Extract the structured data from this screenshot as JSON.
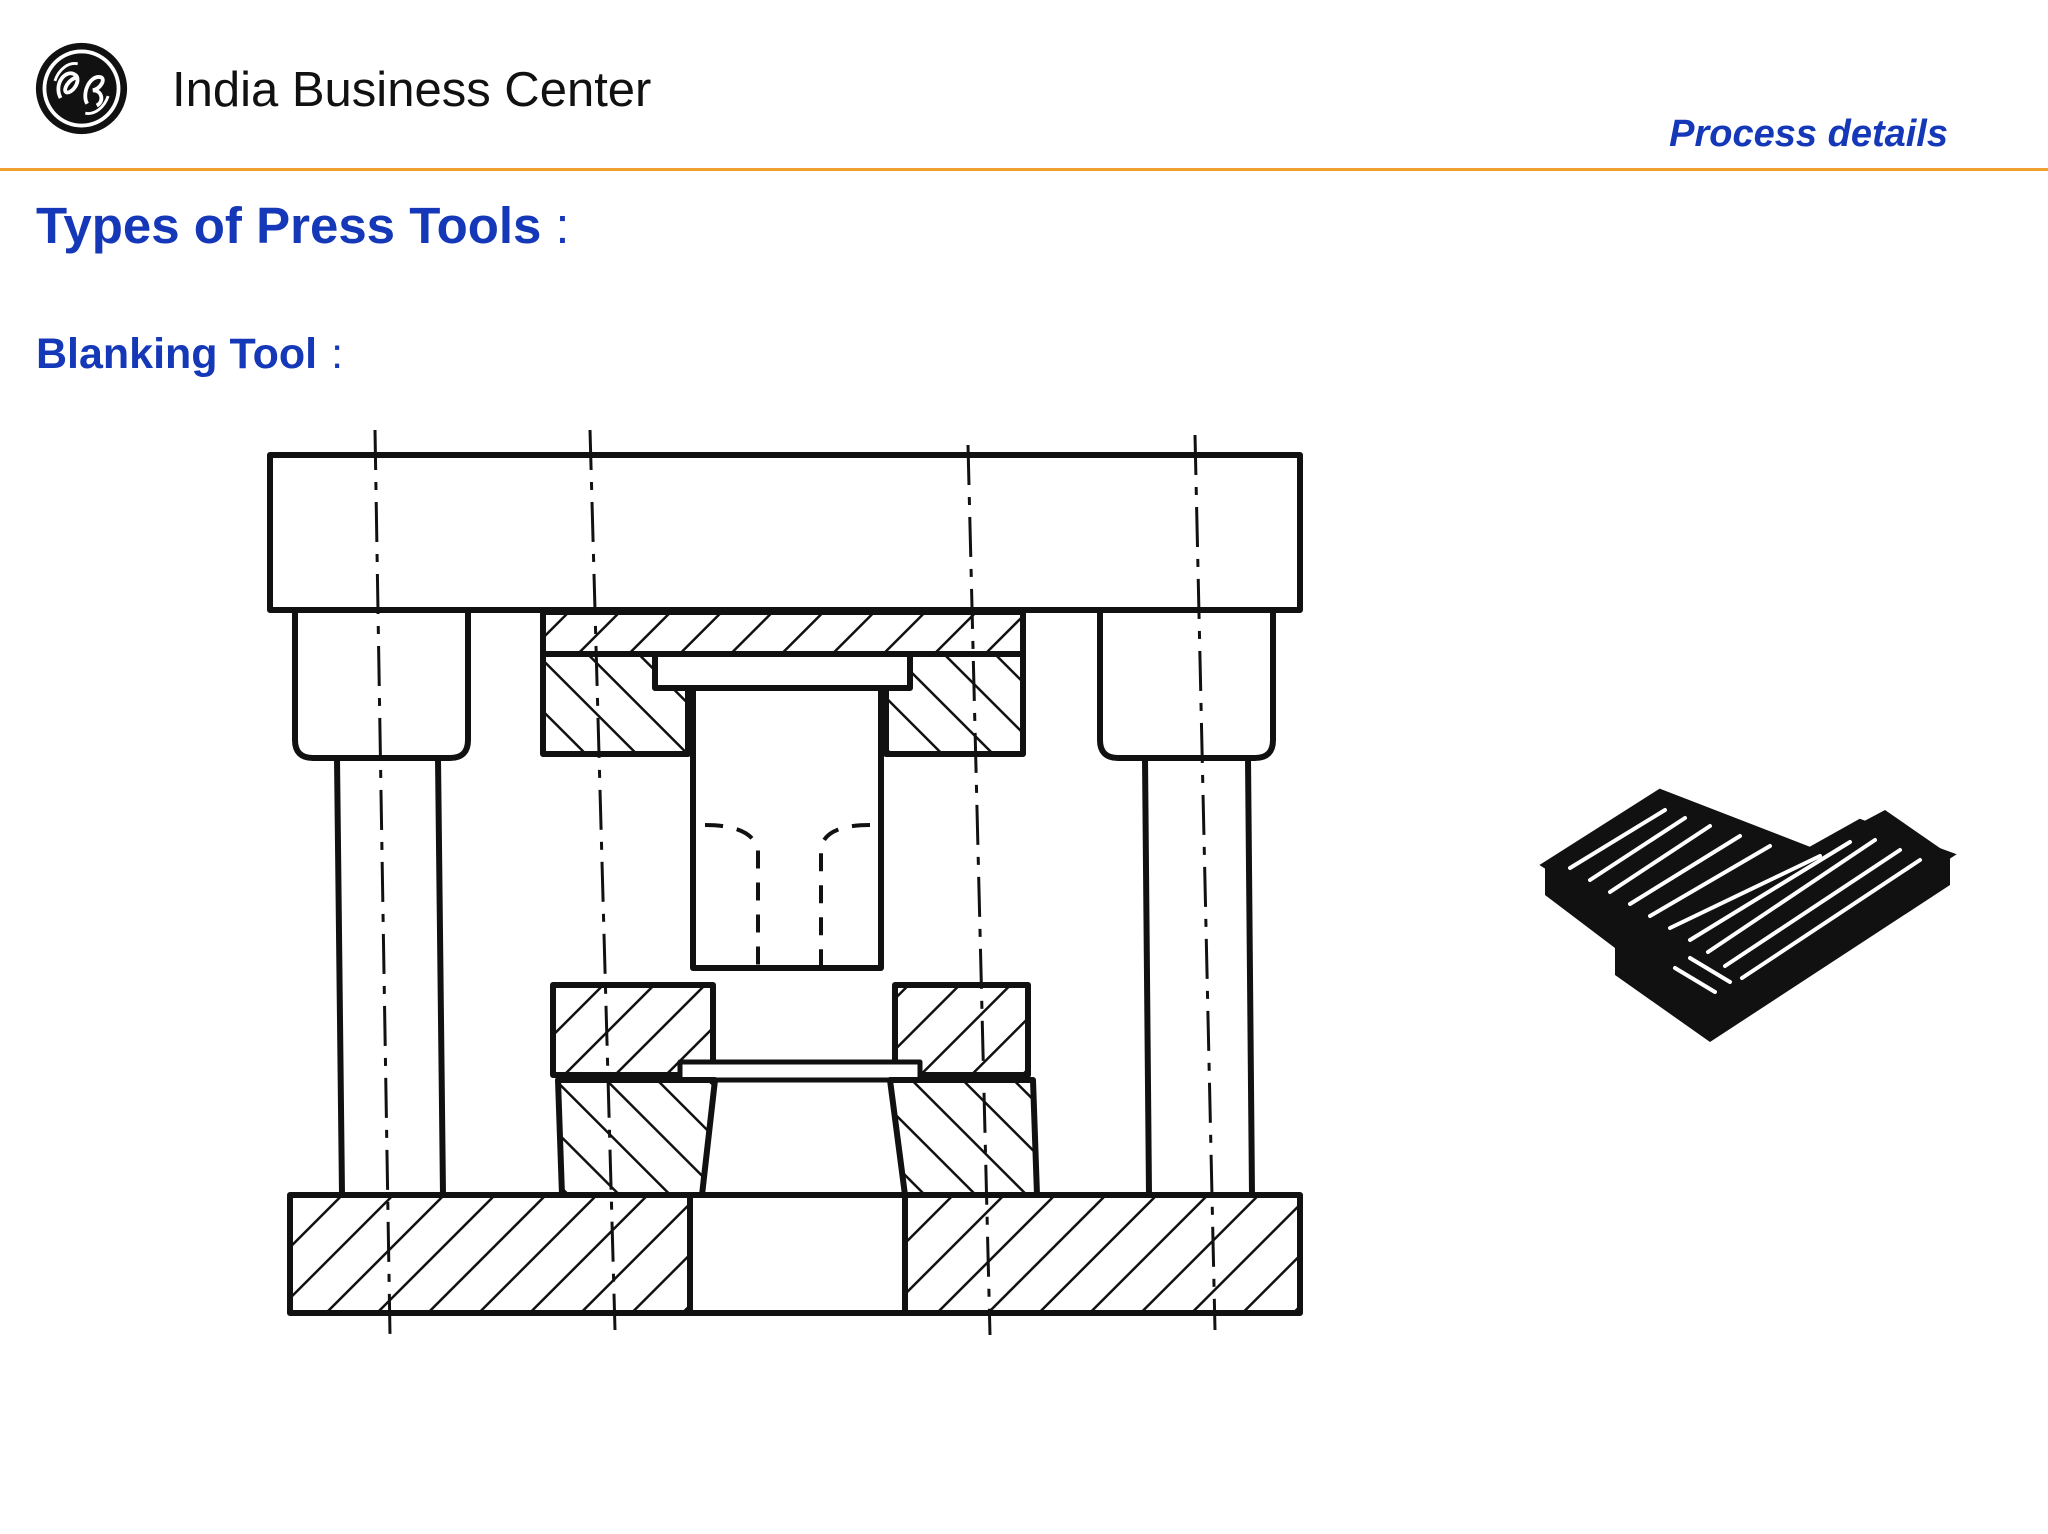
{
  "header": {
    "logo": "ge-monogram-logo",
    "logo_text": "GE",
    "company": "India Business Center",
    "section": "Process details",
    "colors": {
      "title_blue": "#1538b8",
      "rule_orange": "#f0a030",
      "ink": "#111111"
    }
  },
  "main": {
    "heading": "Types of Press Tools",
    "heading_colon": ":",
    "subheading": "Blanking Tool",
    "subheading_colon": ":"
  },
  "figures": {
    "tool_drawing": "blanking-tool-cross-section",
    "blank_part": "blanked-part-isometric"
  }
}
